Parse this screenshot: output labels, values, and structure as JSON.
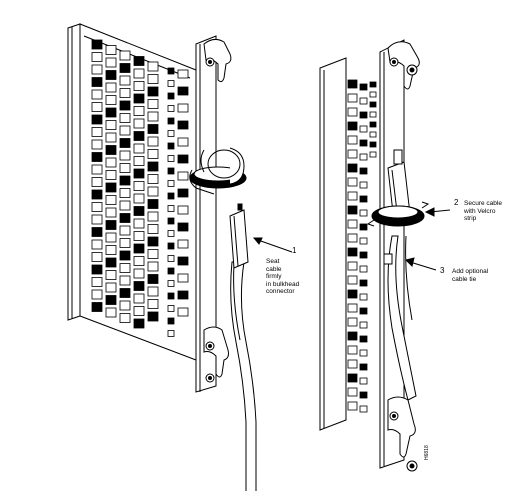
{
  "callouts": [
    {
      "number": "1",
      "text": "Seat\ncable\nfirmly\nin bulkhead\nconnector"
    },
    {
      "number": "2",
      "text": "Secure cable\nwith Velcro\nstrip"
    },
    {
      "number": "3",
      "text": "Add optional\ncable tie"
    }
  ],
  "figure_id": "H6818",
  "colors": {
    "line": "#000000",
    "background": "#ffffff",
    "chip_fill": "#000000"
  }
}
